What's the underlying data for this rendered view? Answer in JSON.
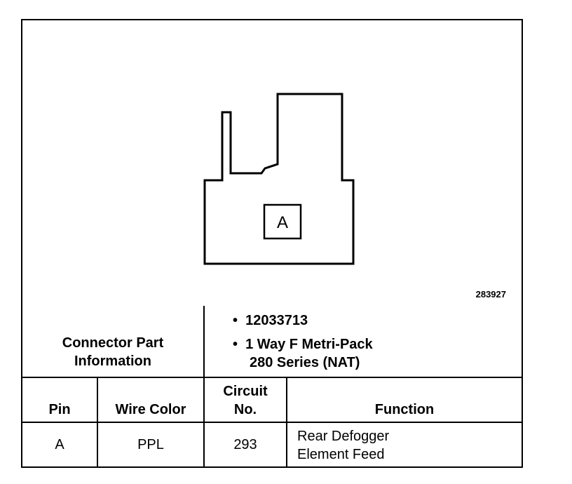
{
  "diagram": {
    "pin_label": "A",
    "figure_id": "283927"
  },
  "connector": {
    "label_line1": "Connector Part",
    "label_line2": "Information",
    "part_number": "12033713",
    "description_line1": "1 Way F Metri-Pack",
    "description_line2": "280 Series (NAT)"
  },
  "table": {
    "headers": {
      "pin": "Pin",
      "wire_color": "Wire Color",
      "circuit_line1": "Circuit",
      "circuit_line2": "No.",
      "function": "Function"
    },
    "rows": [
      {
        "pin": "A",
        "wire_color": "PPL",
        "circuit": "293",
        "function_line1": "Rear Defogger",
        "function_line2": "Element Feed"
      }
    ]
  }
}
